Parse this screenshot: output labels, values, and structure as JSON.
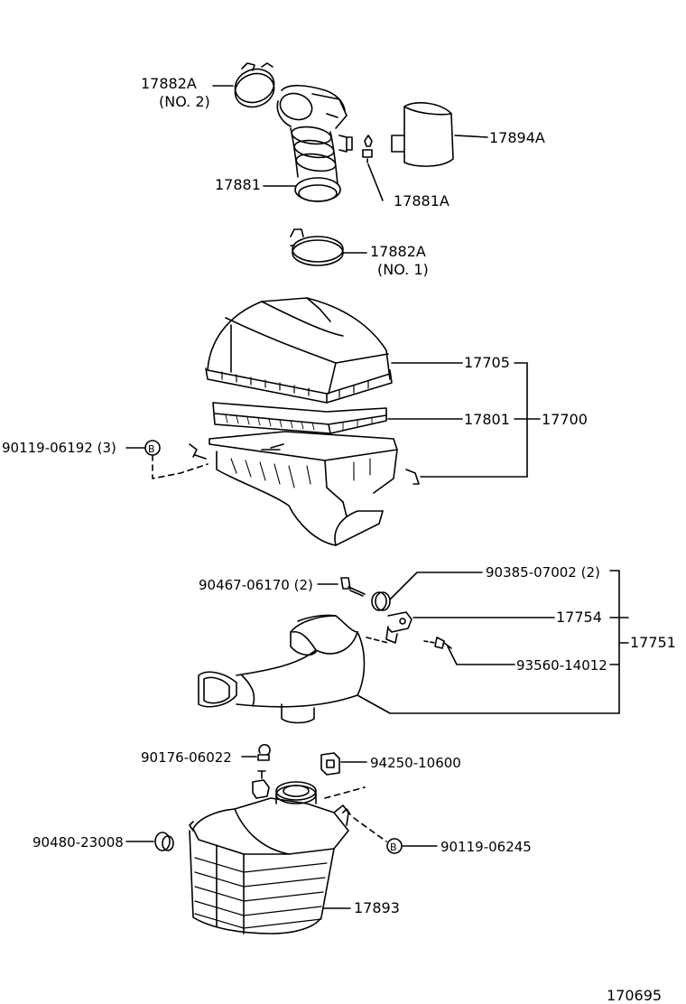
{
  "labels": {
    "p17882a_no2_num": "17882A",
    "p17882a_no2_sub": "(NO. 2)",
    "p17894a": "17894A",
    "p17881": "17881",
    "p17881a": "17881A",
    "p17882a_no1_num": "17882A",
    "p17882a_no1_sub": "(NO. 1)",
    "p17705": "17705",
    "p17801": "17801",
    "p17700": "17700",
    "p90119_06192": "90119-06192 (3)",
    "p90467_06170": "90467-06170 (2)",
    "p90385_07002": "90385-07002 (2)",
    "p17754": "17754",
    "p17751": "17751",
    "p93560_14012": "93560-14012",
    "p90176_06022": "90176-06022",
    "p94250_10600": "94250-10600",
    "p90480_23008": "90480-23008",
    "p90119_06245": "90119-06245",
    "p17893": "17893",
    "circle_b_1": "B",
    "circle_b_2": "B",
    "diagram_number": "170695"
  }
}
